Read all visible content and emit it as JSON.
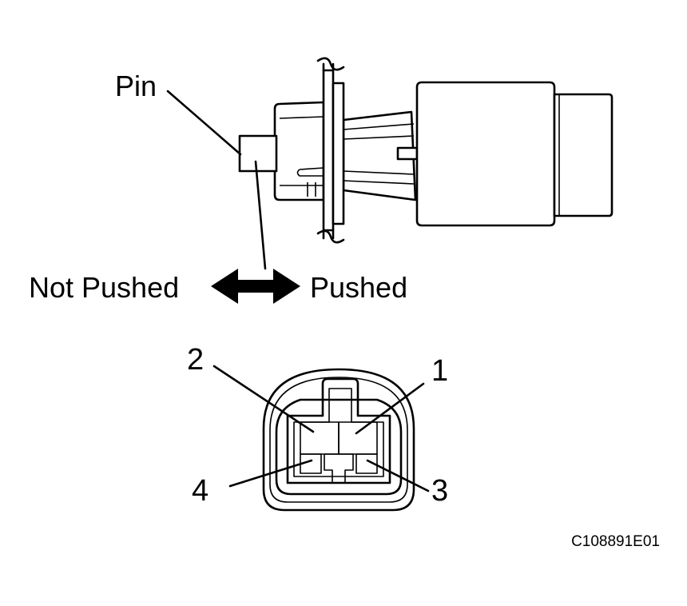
{
  "labels": {
    "pin": "Pin",
    "not_pushed": "Not Pushed",
    "pushed": "Pushed",
    "terminal_1": "1",
    "terminal_2": "2",
    "terminal_3": "3",
    "terminal_4": "4",
    "figure_code": "C108891E01"
  }
}
